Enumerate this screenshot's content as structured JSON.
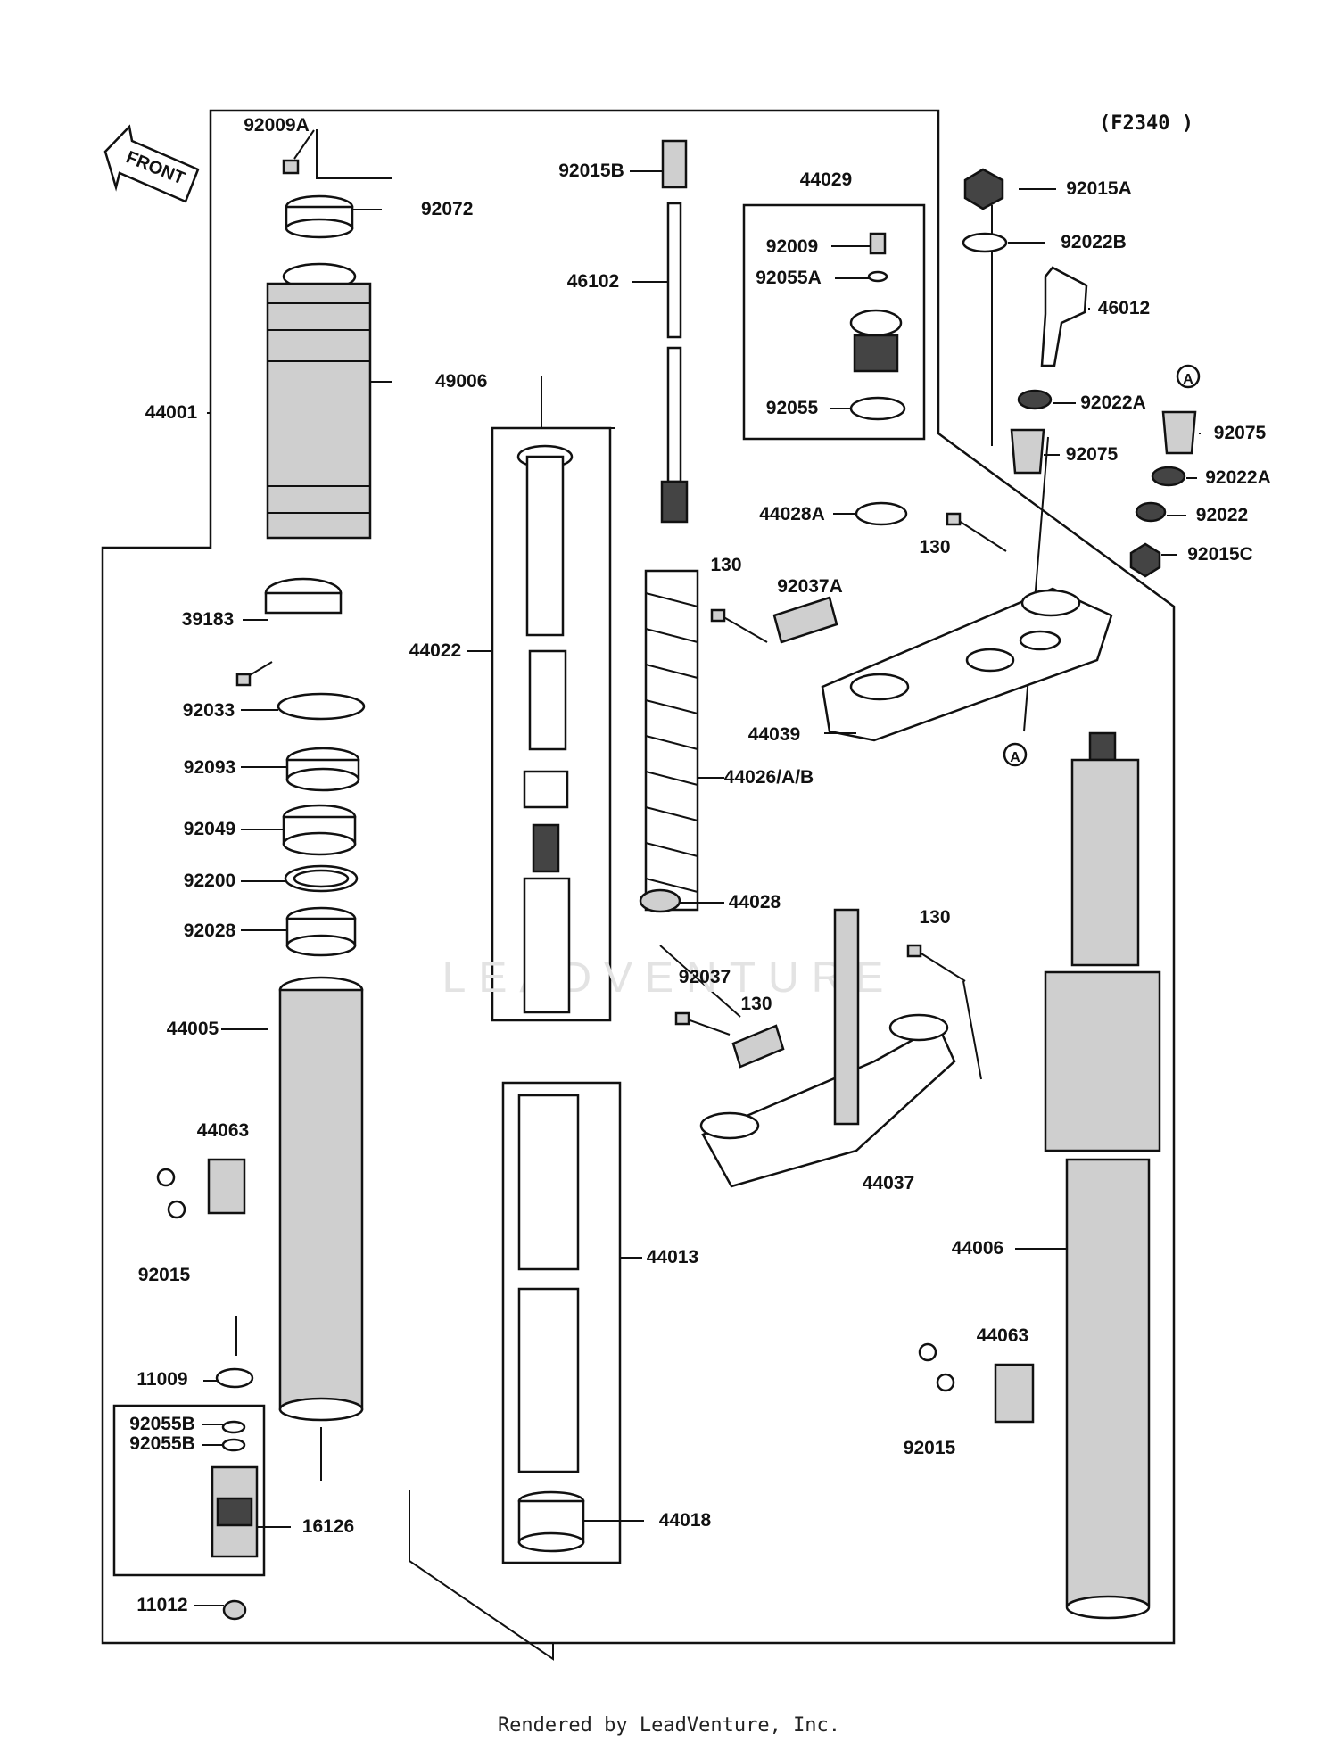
{
  "diagram": {
    "code": "(F2340 )",
    "front_arrow_label": "FRONT",
    "watermark": "LEADVENTURE",
    "reference_mark": "A",
    "labels": [
      "92009A",
      "92072",
      "44001",
      "49006",
      "39183",
      "92033",
      "92093",
      "92049",
      "92200",
      "92028",
      "44005",
      "44063",
      "92015",
      "11009",
      "92055B",
      "92055B",
      "16126",
      "11012",
      "92015B",
      "46102",
      "44022",
      "44026/A/B",
      "44028",
      "44013",
      "44018",
      "44029",
      "92009",
      "92055A",
      "92055",
      "44028A",
      "130",
      "92037A",
      "44039",
      "130",
      "92037",
      "130",
      "44037",
      "92015A",
      "92022B",
      "46012",
      "92022A",
      "92075",
      "92075",
      "92022A",
      "92022",
      "92015C",
      "130",
      "44006",
      "44063",
      "92015"
    ]
  },
  "footer": {
    "text": "Rendered by LeadVenture, Inc."
  }
}
